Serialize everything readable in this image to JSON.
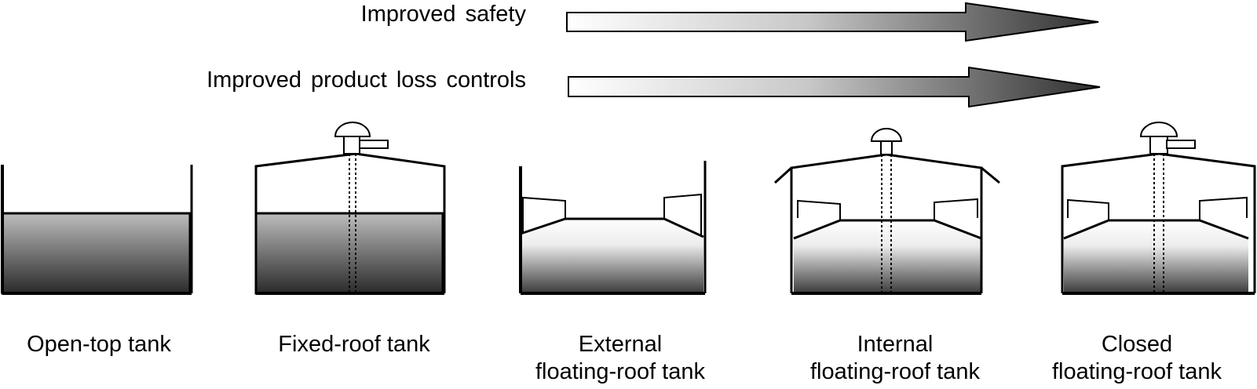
{
  "arrows": [
    {
      "label": "Improved safety"
    },
    {
      "label": "Improved product loss controls"
    }
  ],
  "tanks": [
    {
      "name": "open-top",
      "lines": [
        "Open-top tank"
      ]
    },
    {
      "name": "fixed-roof",
      "lines": [
        "Fixed-roof tank"
      ]
    },
    {
      "name": "external-floating-roof",
      "lines": [
        "External",
        "floating-roof tank"
      ]
    },
    {
      "name": "internal-floating-roof",
      "lines": [
        "Internal",
        "floating-roof tank"
      ]
    },
    {
      "name": "closed-floating-roof",
      "lines": [
        "Closed",
        "floating-roof tank"
      ]
    }
  ]
}
